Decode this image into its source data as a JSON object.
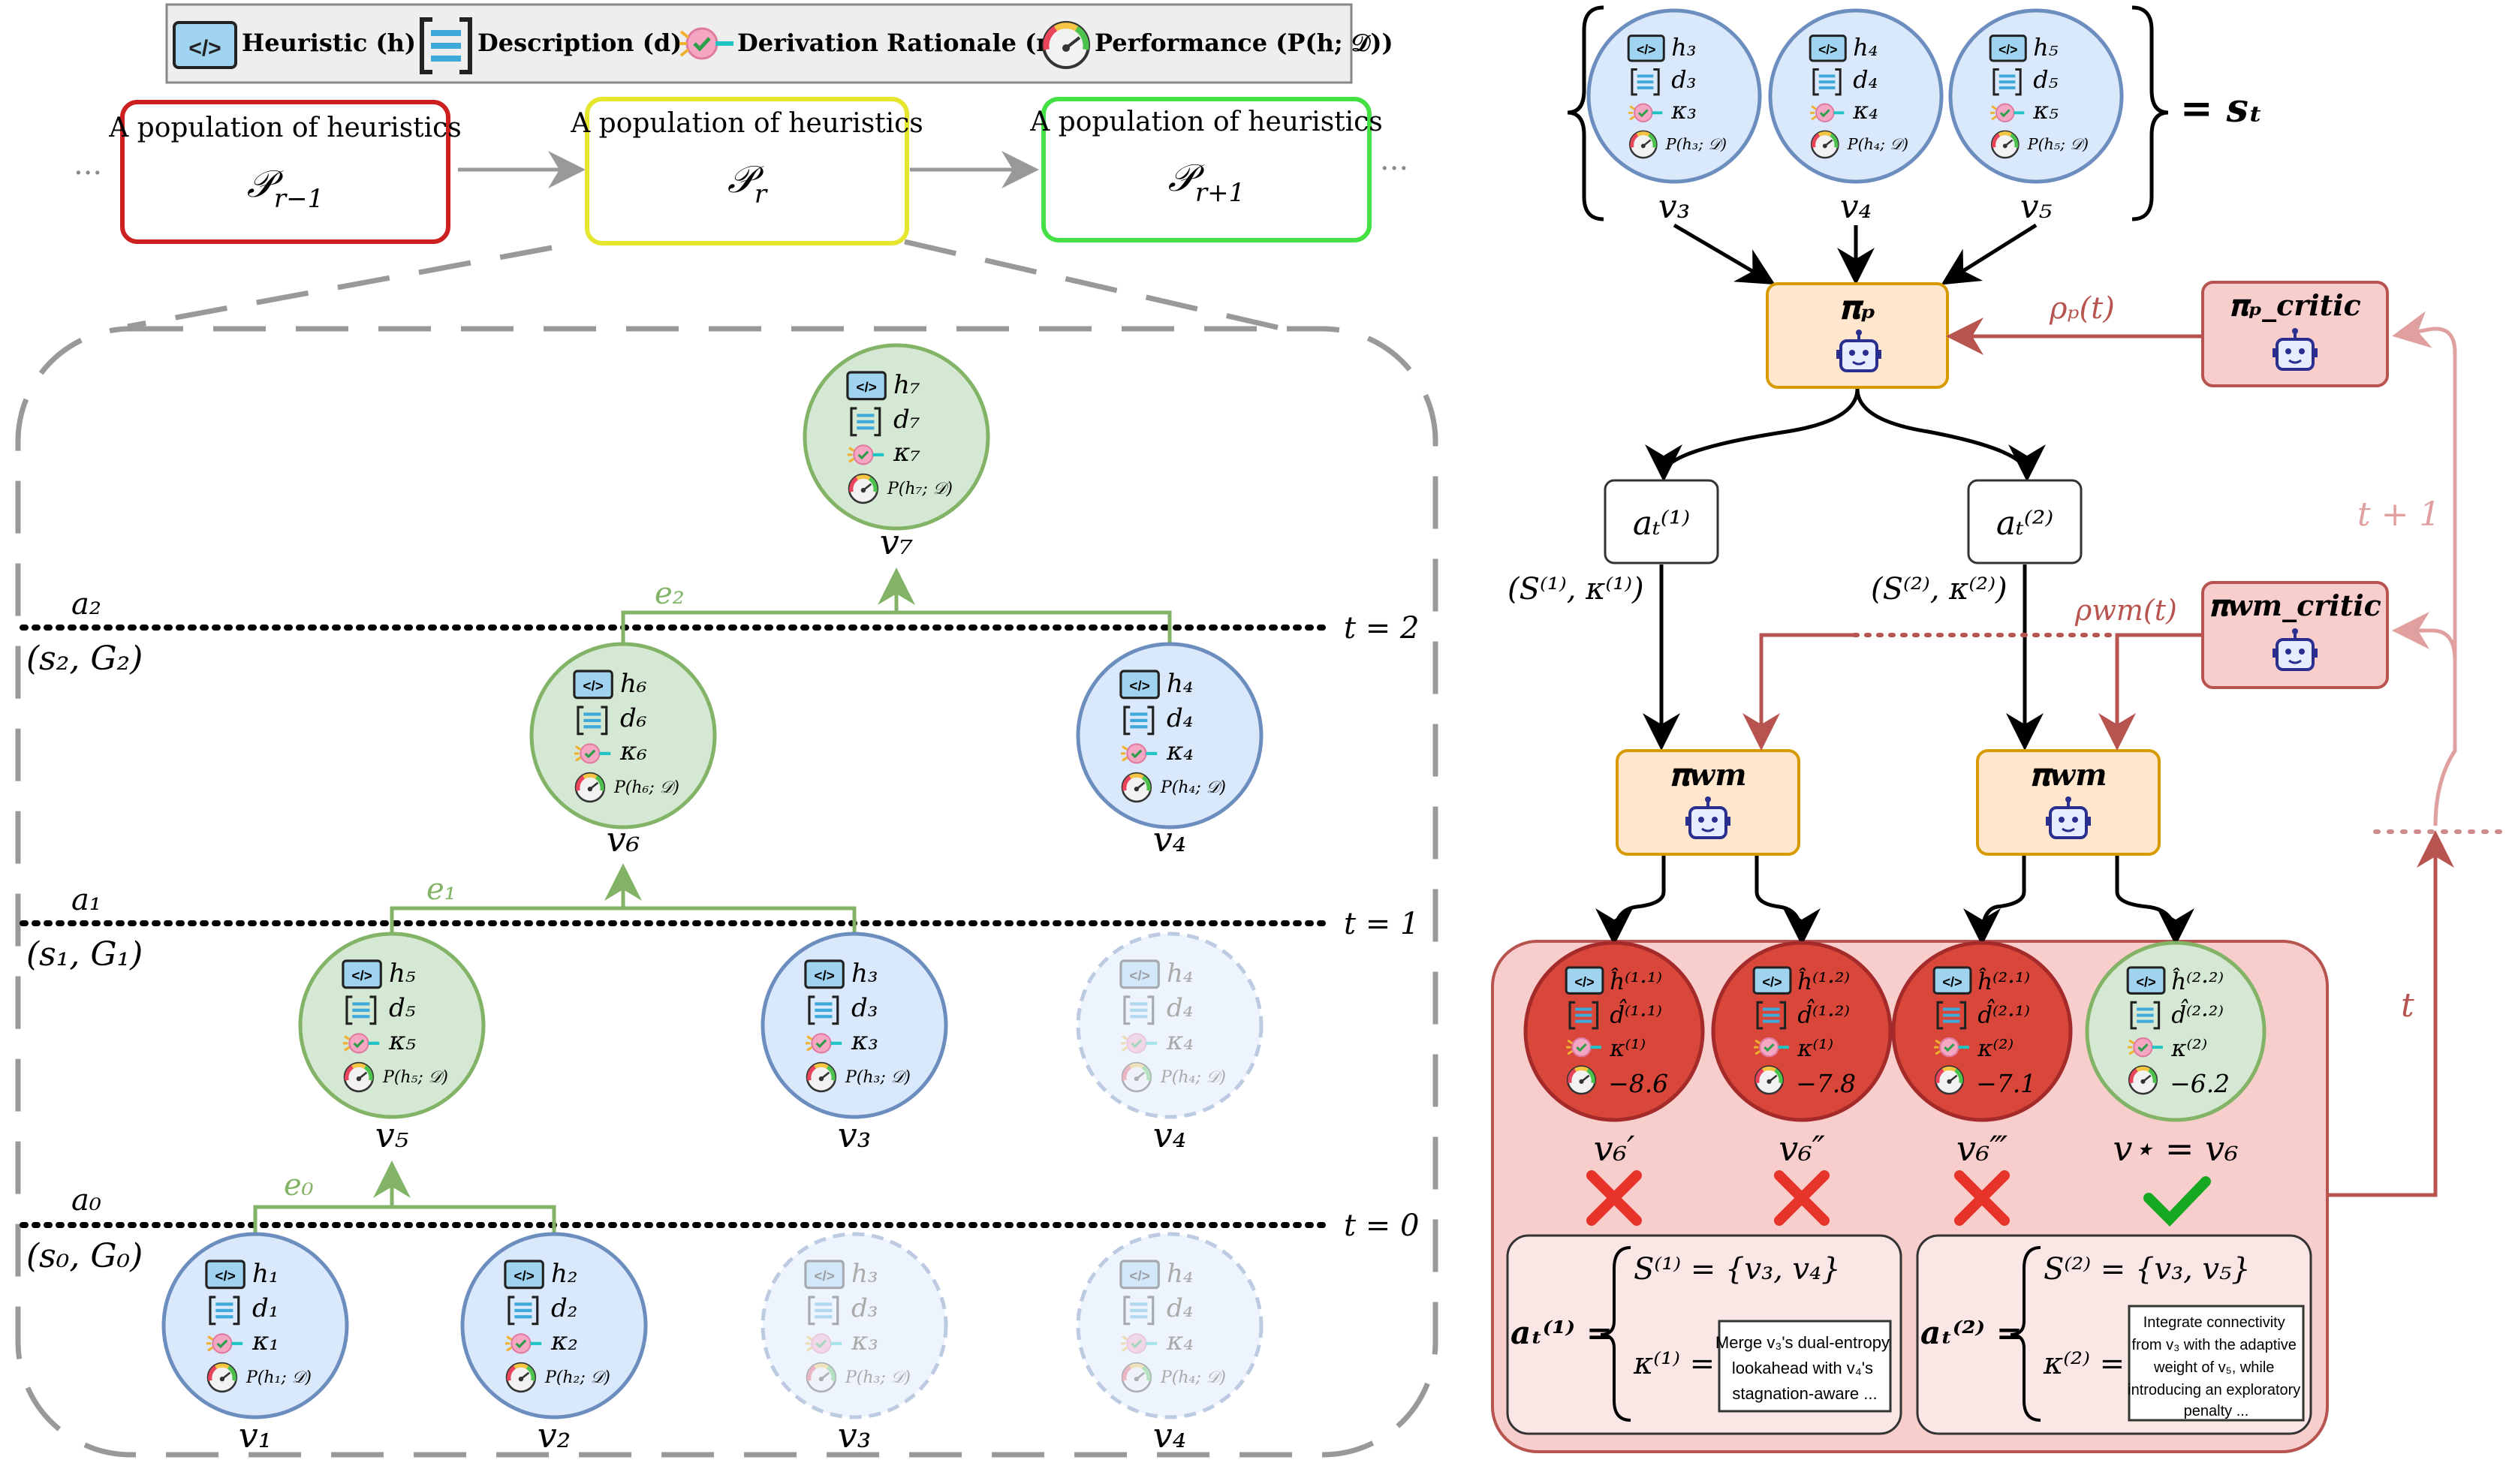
{
  "legend": {
    "heuristic": "Heuristic (h)",
    "description": "Description (d)",
    "rationale": "Derivation Rationale (κ)",
    "performance": "Performance (P(h; 𝒟))"
  },
  "populations": [
    {
      "title": "A population of heuristics",
      "symbol": "𝒫",
      "sub": "r−1",
      "color": "#cc1f1f"
    },
    {
      "title": "A population of heuristics",
      "symbol": "𝒫",
      "sub": "r",
      "color": "#e6e62e"
    },
    {
      "title": "A population of heuristics",
      "symbol": "𝒫",
      "sub": "r+1",
      "color": "#44e044"
    }
  ],
  "ellipsis": "...",
  "levels": [
    {
      "action": "a₂",
      "state": "(s₂, G₂)",
      "time": "t = 2",
      "edge": "e₂"
    },
    {
      "action": "a₁",
      "state": "(s₁, G₁)",
      "time": "t = 1",
      "edge": "e₁"
    },
    {
      "action": "a₀",
      "state": "(s₀, G₀)",
      "time": "t = 0",
      "edge": "e₀"
    }
  ],
  "tree_nodes": {
    "v7": {
      "h": "h₇",
      "d": "d₇",
      "k": "κ₇",
      "p": "P(h₇; 𝒟)",
      "label": "v₇"
    },
    "v6": {
      "h": "h₆",
      "d": "d₆",
      "k": "κ₆",
      "p": "P(h₆; 𝒟)",
      "label": "v₆"
    },
    "v4a": {
      "h": "h₄",
      "d": "d₄",
      "k": "κ₄",
      "p": "P(h₄; 𝒟)",
      "label": "v₄"
    },
    "v5": {
      "h": "h₅",
      "d": "d₅",
      "k": "κ₅",
      "p": "P(h₅; 𝒟)",
      "label": "v₅"
    },
    "v3a": {
      "h": "h₃",
      "d": "d₃",
      "k": "κ₃",
      "p": "P(h₃; 𝒟)",
      "label": "v₃"
    },
    "v4b": {
      "h": "h₄",
      "d": "d₄",
      "k": "κ₄",
      "p": "P(h₄; 𝒟)",
      "label": "v₄"
    },
    "v1": {
      "h": "h₁",
      "d": "d₁",
      "k": "κ₁",
      "p": "P(h₁; 𝒟)",
      "label": "v₁"
    },
    "v2": {
      "h": "h₂",
      "d": "d₂",
      "k": "κ₂",
      "p": "P(h₂; 𝒟)",
      "label": "v₂"
    },
    "v3b": {
      "h": "h₃",
      "d": "d₃",
      "k": "κ₃",
      "p": "P(h₃; 𝒟)",
      "label": "v₃"
    },
    "v4c": {
      "h": "h₄",
      "d": "d₄",
      "k": "κ₄",
      "p": "P(h₄; 𝒟)",
      "label": "v₄"
    }
  },
  "state_set": {
    "nodes": [
      {
        "h": "h₃",
        "d": "d₃",
        "k": "κ₃",
        "p": "P(h₃; 𝒟)",
        "label": "v₃"
      },
      {
        "h": "h₄",
        "d": "d₄",
        "k": "κ₄",
        "p": "P(h₄; 𝒟)",
        "label": "v₄"
      },
      {
        "h": "h₅",
        "d": "d₅",
        "k": "κ₅",
        "p": "P(h₅; 𝒟)",
        "label": "v₅"
      }
    ],
    "equals": "= 𝒔ₜ"
  },
  "agents": {
    "policy": "𝛑ₚ",
    "policy_critic": "𝛑ₚ_critic",
    "wm": "𝛑wm",
    "wm_critic": "𝛑wm_critic"
  },
  "signals": {
    "rho_p": "ρₚ(t)",
    "rho_wm": "ρwm(t)",
    "t_plus_1": "t + 1",
    "t": "t"
  },
  "actions": [
    {
      "label": "aₜ⁽¹⁾",
      "pair": "(S⁽¹⁾, κ⁽¹⁾)"
    },
    {
      "label": "aₜ⁽²⁾",
      "pair": "(S⁽²⁾, κ⁽²⁾)"
    }
  ],
  "candidates": [
    {
      "h": "ĥ⁽¹·¹⁾",
      "d": "d̂⁽¹·¹⁾",
      "k": "κ⁽¹⁾",
      "perf": "−8.6",
      "label": "v₆′",
      "ok": false
    },
    {
      "h": "ĥ⁽¹·²⁾",
      "d": "d̂⁽¹·²⁾",
      "k": "κ⁽¹⁾",
      "perf": "−7.8",
      "label": "v₆″",
      "ok": false
    },
    {
      "h": "ĥ⁽²·¹⁾",
      "d": "d̂⁽²·¹⁾",
      "k": "κ⁽²⁾",
      "perf": "−7.1",
      "label": "v₆‴",
      "ok": false
    },
    {
      "h": "ĥ⁽²·²⁾",
      "d": "d̂⁽²·²⁾",
      "k": "κ⁽²⁾",
      "perf": "−6.2",
      "label": "v⋆ = v₆",
      "ok": true
    }
  ],
  "action_defs": [
    {
      "label": "aₜ⁽¹⁾ =",
      "set": "S⁽¹⁾ = {v₃, v₄}",
      "kappa": "κ⁽¹⁾ =",
      "text": [
        "Merge v₃'s dual-entropy",
        "lookahead with v₄'s",
        "stagnation-aware ..."
      ]
    },
    {
      "label": "aₜ⁽²⁾ =",
      "set": "S⁽²⁾ = {v₃, v₅}",
      "kappa": "κ⁽²⁾ =",
      "text": [
        "Integrate connectivity",
        "from v₃ with the adaptive",
        "weight of v₅, while",
        "introducing an exploratory",
        "penalty ..."
      ]
    }
  ],
  "colors": {
    "blue_fill": "#dae8fc",
    "blue_stroke": "#6c8ebf",
    "green_fill": "#d5e8d4",
    "green_stroke": "#82b366",
    "red_fill": "#d9463a",
    "orange_fill": "#ffe6cc",
    "orange_stroke": "#d79b00",
    "critic_fill": "#f8cecc",
    "critic_stroke": "#b85450"
  }
}
